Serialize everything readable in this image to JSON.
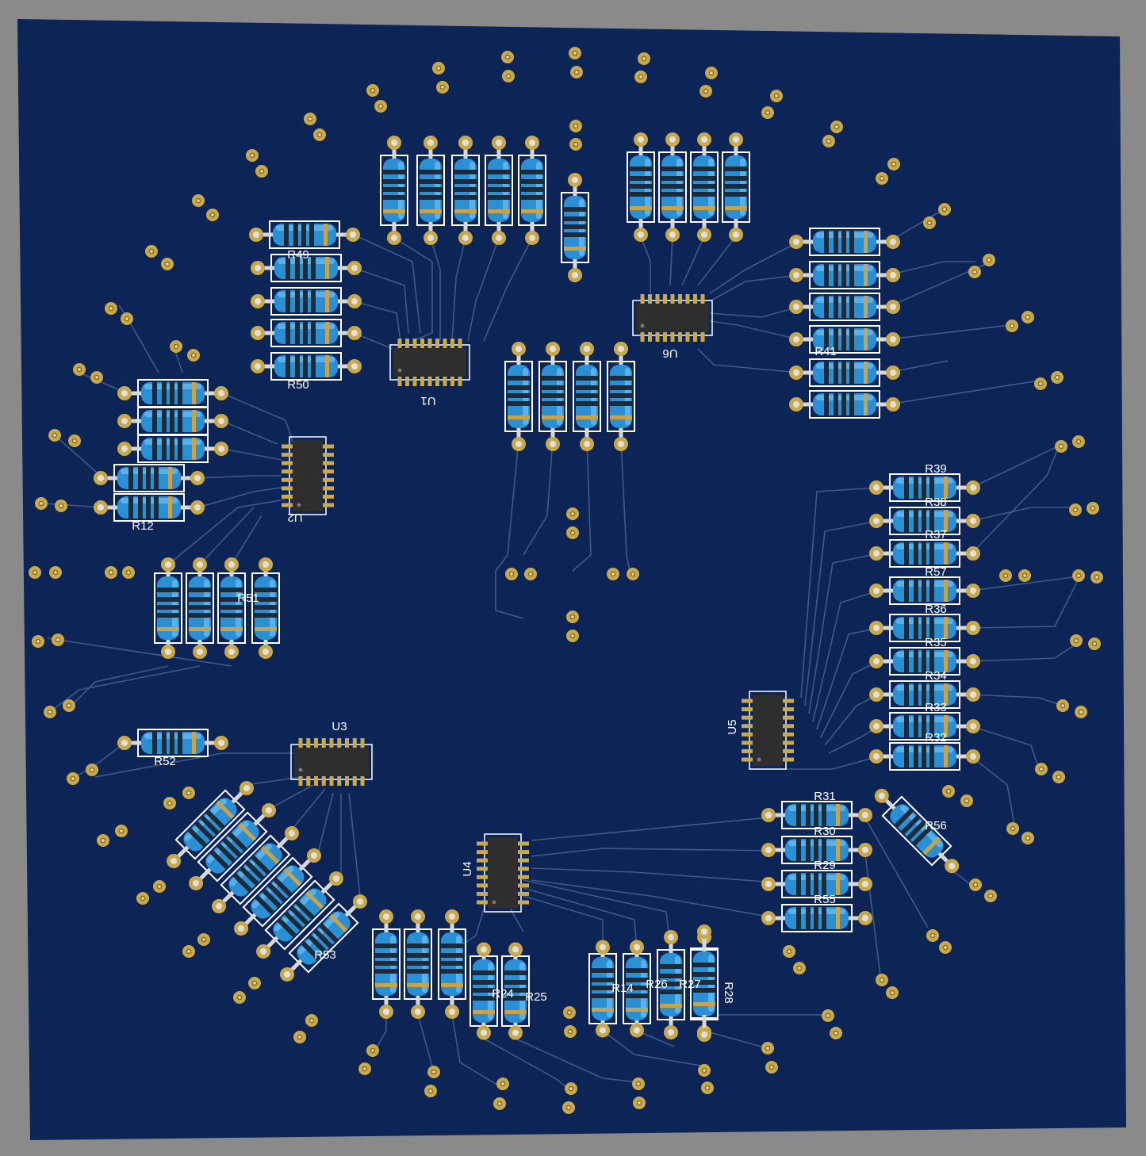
{
  "view": {
    "title": "PCB 3D render"
  },
  "colors": {
    "background": "#8a8a8a",
    "board": "#0c2456",
    "trace": "#3f5a86",
    "pad": "#c9a94a",
    "resistor_body": "#2b8fd4",
    "band": "#1d2a3a",
    "ic_body": "#2e2e2e",
    "ic_pin": "#c8c8c8",
    "silkscreen": "#ffffff"
  },
  "resistors": [
    {
      "id": "R49",
      "label": "R49",
      "label_pos": "below"
    },
    {
      "id": "R50",
      "label": "R50",
      "label_pos": "below"
    },
    {
      "id": "R12",
      "label": "R12",
      "label_pos": "below"
    },
    {
      "id": "R51",
      "label": "R51",
      "label_pos": "side"
    },
    {
      "id": "R52",
      "label": "R52",
      "label_pos": "below"
    },
    {
      "id": "R53",
      "label": "R53",
      "label_pos": "side"
    },
    {
      "id": "R41",
      "label": "R41",
      "label_pos": "above"
    },
    {
      "id": "R39",
      "label": "R39",
      "label_pos": "above"
    },
    {
      "id": "R38",
      "label": "R38",
      "label_pos": "above"
    },
    {
      "id": "R37",
      "label": "R37",
      "label_pos": "above"
    },
    {
      "id": "R57",
      "label": "R57",
      "label_pos": "above"
    },
    {
      "id": "R36",
      "label": "R36",
      "label_pos": "above"
    },
    {
      "id": "R35",
      "label": "R35",
      "label_pos": "above"
    },
    {
      "id": "R34",
      "label": "R34",
      "label_pos": "above"
    },
    {
      "id": "R33",
      "label": "R33",
      "label_pos": "above"
    },
    {
      "id": "R32",
      "label": "R32",
      "label_pos": "above"
    },
    {
      "id": "R31",
      "label": "R31",
      "label_pos": "above"
    },
    {
      "id": "R30",
      "label": "R30",
      "label_pos": "above"
    },
    {
      "id": "R29",
      "label": "R29",
      "label_pos": "above"
    },
    {
      "id": "R55",
      "label": "R55",
      "label_pos": "above"
    },
    {
      "id": "R56",
      "label": "R56",
      "label_pos": "side"
    },
    {
      "id": "R24",
      "label": "R24",
      "label_pos": "side"
    },
    {
      "id": "R25",
      "label": "R25",
      "label_pos": "side"
    },
    {
      "id": "R14",
      "label": "R14",
      "label_pos": "side"
    },
    {
      "id": "R26",
      "label": "R26",
      "label_pos": "side"
    },
    {
      "id": "R27",
      "label": "R27",
      "label_pos": "side"
    },
    {
      "id": "R28",
      "label": "R28",
      "label_pos": "side"
    }
  ],
  "ics": [
    {
      "id": "U1",
      "label": "U1"
    },
    {
      "id": "U2",
      "label": "U2"
    },
    {
      "id": "U3",
      "label": "U3"
    },
    {
      "id": "U4",
      "label": "U4"
    },
    {
      "id": "U5",
      "label": "U5"
    },
    {
      "id": "U6",
      "label": "U6"
    }
  ]
}
